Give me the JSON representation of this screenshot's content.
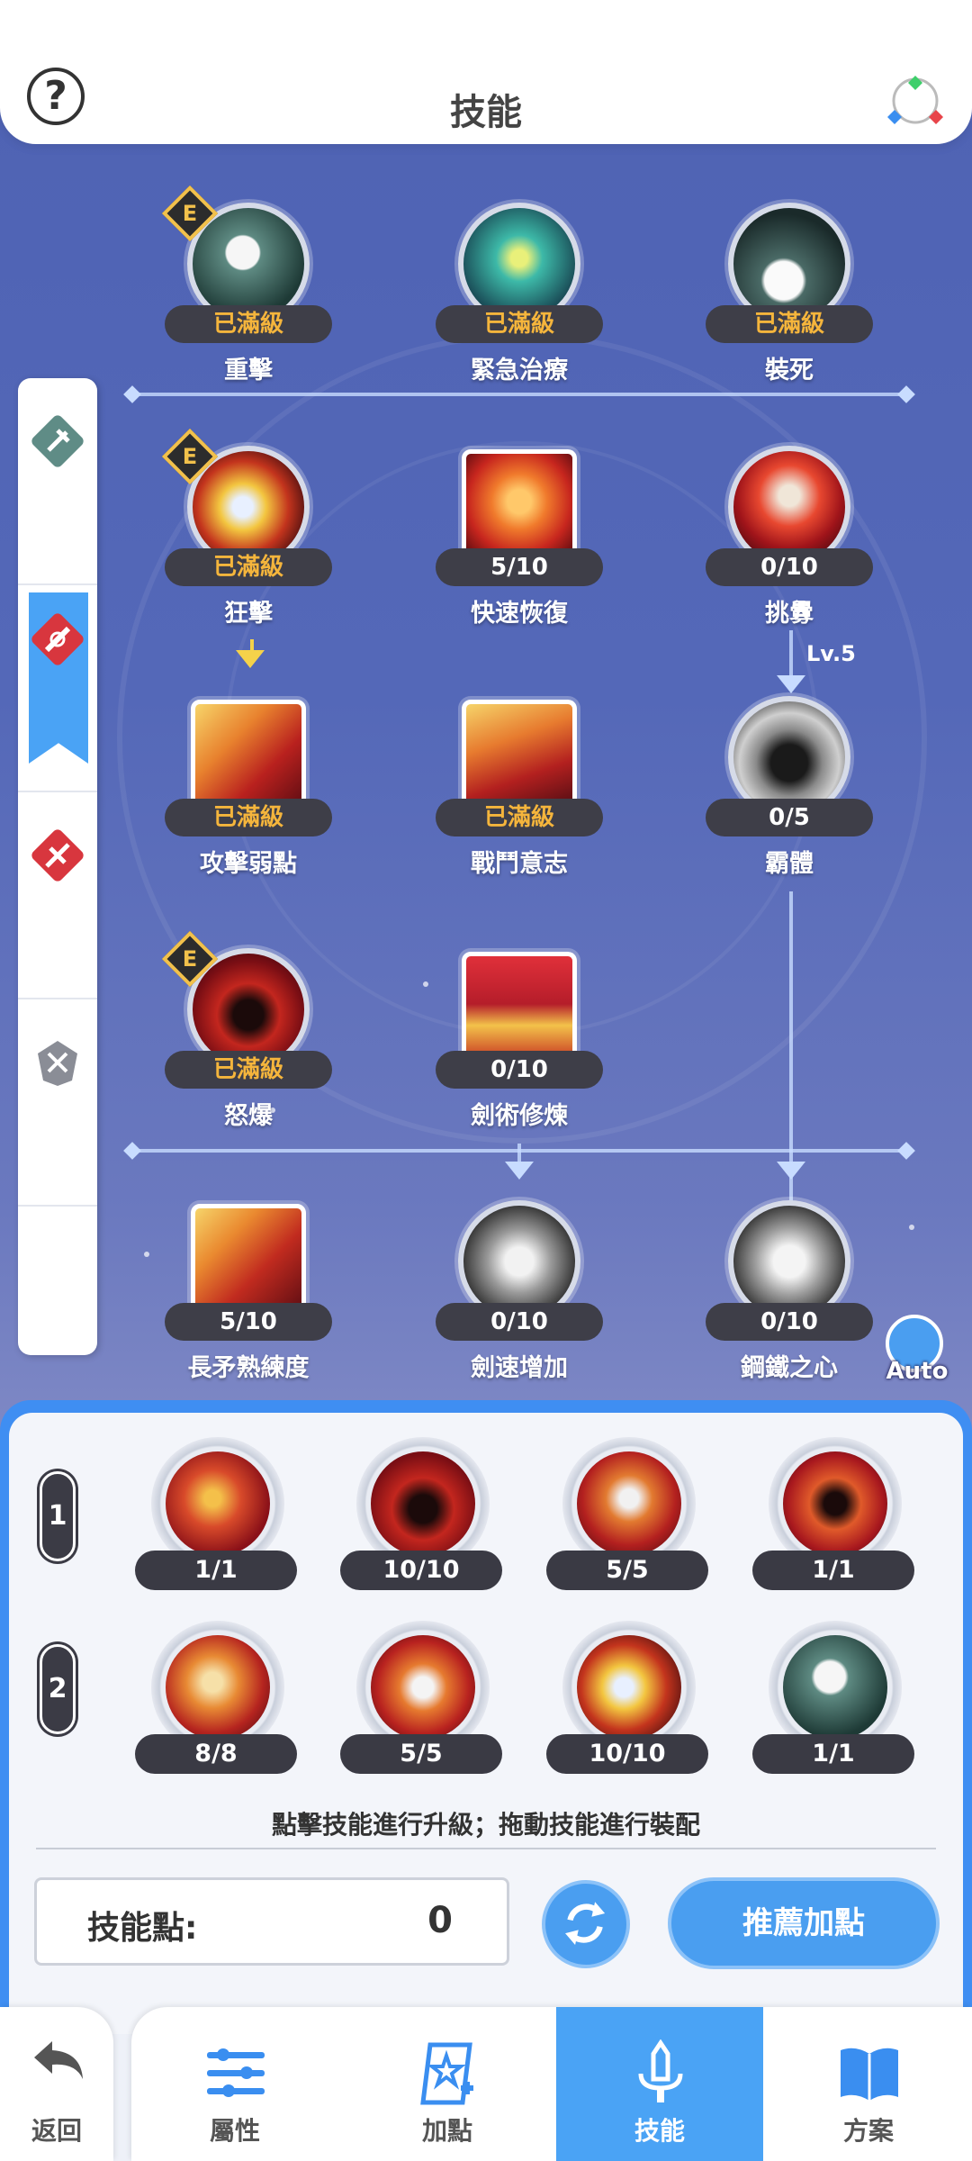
{
  "header": {
    "title": "技能",
    "help_label": "?"
  },
  "skill_tree": {
    "skills": [
      {
        "name": "重擊",
        "level": "已滿級",
        "maxed": true,
        "elite": true
      },
      {
        "name": "緊急治療",
        "level": "已滿級",
        "maxed": true,
        "elite": false
      },
      {
        "name": "裝死",
        "level": "已滿級",
        "maxed": true,
        "elite": false
      },
      {
        "name": "狂擊",
        "level": "已滿級",
        "maxed": true,
        "elite": true
      },
      {
        "name": "快速恢復",
        "level": "5/10",
        "maxed": false,
        "elite": false
      },
      {
        "name": "挑釁",
        "level": "0/10",
        "maxed": false,
        "elite": false
      },
      {
        "name": "攻擊弱點",
        "level": "已滿級",
        "maxed": true,
        "elite": false
      },
      {
        "name": "戰鬥意志",
        "level": "已滿級",
        "maxed": true,
        "elite": false
      },
      {
        "name": "霸體",
        "level": "0/5",
        "maxed": false,
        "elite": false
      },
      {
        "name": "怒爆",
        "level": "已滿級",
        "maxed": true,
        "elite": true
      },
      {
        "name": "劍術修煉",
        "level": "0/10",
        "maxed": false,
        "elite": false
      },
      {
        "name": "長矛熟練度",
        "level": "5/10",
        "maxed": false,
        "elite": false
      },
      {
        "name": "劍速增加",
        "level": "0/10",
        "maxed": false,
        "elite": false
      },
      {
        "name": "鋼鐵之心",
        "level": "0/10",
        "maxed": false,
        "elite": false
      }
    ],
    "elite_mark": "E",
    "requirement_label": "Lv.5",
    "auto_label": "Auto"
  },
  "loadout": {
    "row1_label": "1",
    "row2_label": "2",
    "row1": [
      "1/1",
      "10/10",
      "5/5",
      "1/1"
    ],
    "row2": [
      "8/8",
      "5/5",
      "10/10",
      "1/1"
    ]
  },
  "hint": "點擊技能進行升級；拖動技能進行裝配",
  "points": {
    "label": "技能點:",
    "value": "0"
  },
  "recommend_label": "推薦加點",
  "nav": {
    "back": "返回",
    "attributes": "屬性",
    "add_points": "加點",
    "skills": "技能",
    "plans": "方案"
  },
  "colors": {
    "accent": "#4aa3f5",
    "maxed": "#f5b53c",
    "tree_bg": "#5468b8"
  }
}
